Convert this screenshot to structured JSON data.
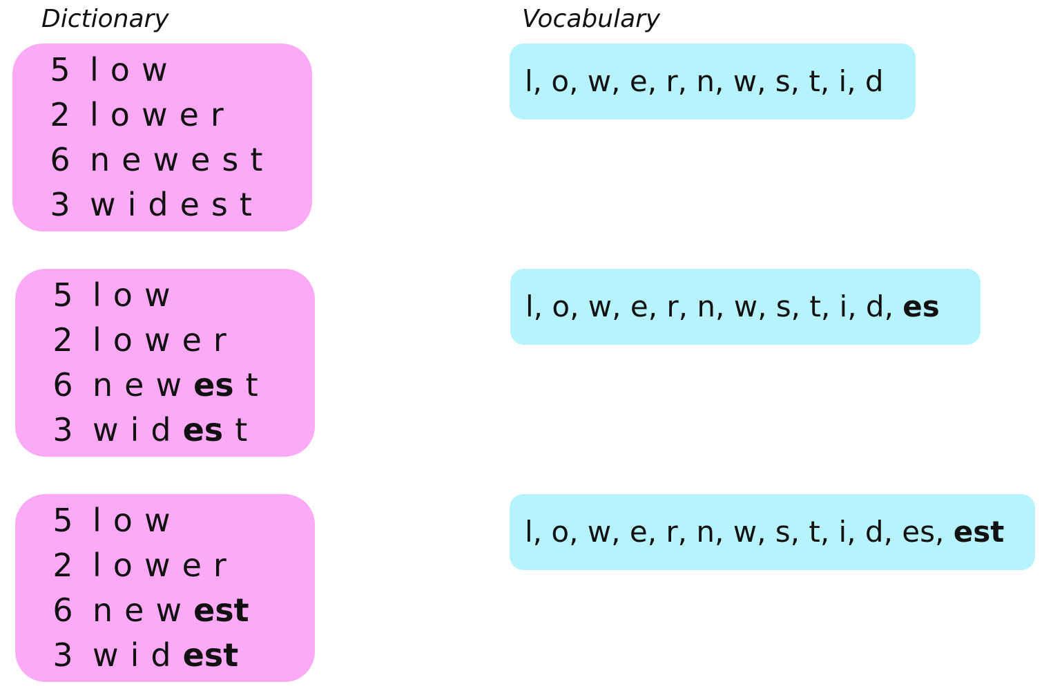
{
  "headings": {
    "dictionary": "Dictionary",
    "vocabulary": "Vocabulary"
  },
  "colors": {
    "dictionary_box": "#FCAAF6",
    "vocabulary_box": "#B6F3FC",
    "text": "#111111"
  },
  "steps": [
    {
      "dictionary": [
        {
          "count": "5",
          "tokens": [
            {
              "t": "l"
            },
            {
              "t": "o"
            },
            {
              "t": "w"
            }
          ]
        },
        {
          "count": "2",
          "tokens": [
            {
              "t": "l"
            },
            {
              "t": "o"
            },
            {
              "t": "w"
            },
            {
              "t": "e"
            },
            {
              "t": "r"
            }
          ]
        },
        {
          "count": "6",
          "tokens": [
            {
              "t": "n"
            },
            {
              "t": "e"
            },
            {
              "t": "w"
            },
            {
              "t": "e"
            },
            {
              "t": "s"
            },
            {
              "t": "t"
            }
          ]
        },
        {
          "count": "3",
          "tokens": [
            {
              "t": "w"
            },
            {
              "t": "i"
            },
            {
              "t": "d"
            },
            {
              "t": "e"
            },
            {
              "t": "s"
            },
            {
              "t": "t"
            }
          ]
        }
      ],
      "vocabulary": [
        {
          "t": "l"
        },
        {
          "t": "o"
        },
        {
          "t": "w"
        },
        {
          "t": "e"
        },
        {
          "t": "r"
        },
        {
          "t": "n"
        },
        {
          "t": "w"
        },
        {
          "t": "s"
        },
        {
          "t": "t"
        },
        {
          "t": "i"
        },
        {
          "t": "d"
        }
      ]
    },
    {
      "dictionary": [
        {
          "count": "5",
          "tokens": [
            {
              "t": "l"
            },
            {
              "t": "o"
            },
            {
              "t": "w"
            }
          ]
        },
        {
          "count": "2",
          "tokens": [
            {
              "t": "l"
            },
            {
              "t": "o"
            },
            {
              "t": "w"
            },
            {
              "t": "e"
            },
            {
              "t": "r"
            }
          ]
        },
        {
          "count": "6",
          "tokens": [
            {
              "t": "n"
            },
            {
              "t": "e"
            },
            {
              "t": "w"
            },
            {
              "t": "es",
              "merged": true
            },
            {
              "t": "t"
            }
          ]
        },
        {
          "count": "3",
          "tokens": [
            {
              "t": "w"
            },
            {
              "t": "i"
            },
            {
              "t": "d"
            },
            {
              "t": "es",
              "merged": true
            },
            {
              "t": "t"
            }
          ]
        }
      ],
      "vocabulary": [
        {
          "t": "l"
        },
        {
          "t": "o"
        },
        {
          "t": "w"
        },
        {
          "t": "e"
        },
        {
          "t": "r"
        },
        {
          "t": "n"
        },
        {
          "t": "w"
        },
        {
          "t": "s"
        },
        {
          "t": "t"
        },
        {
          "t": "i"
        },
        {
          "t": "d"
        },
        {
          "t": "es",
          "new": true
        }
      ]
    },
    {
      "dictionary": [
        {
          "count": "5",
          "tokens": [
            {
              "t": "l"
            },
            {
              "t": "o"
            },
            {
              "t": "w"
            }
          ]
        },
        {
          "count": "2",
          "tokens": [
            {
              "t": "l"
            },
            {
              "t": "o"
            },
            {
              "t": "w"
            },
            {
              "t": "e"
            },
            {
              "t": "r"
            }
          ]
        },
        {
          "count": "6",
          "tokens": [
            {
              "t": "n"
            },
            {
              "t": "e"
            },
            {
              "t": "w"
            },
            {
              "t": "est",
              "merged": true
            }
          ]
        },
        {
          "count": "3",
          "tokens": [
            {
              "t": "w"
            },
            {
              "t": "i"
            },
            {
              "t": "d"
            },
            {
              "t": "est",
              "merged": true
            }
          ]
        }
      ],
      "vocabulary": [
        {
          "t": "l"
        },
        {
          "t": "o"
        },
        {
          "t": "w"
        },
        {
          "t": "e"
        },
        {
          "t": "r"
        },
        {
          "t": "n"
        },
        {
          "t": "w"
        },
        {
          "t": "s"
        },
        {
          "t": "t"
        },
        {
          "t": "i"
        },
        {
          "t": "d"
        },
        {
          "t": "es"
        },
        {
          "t": "est",
          "new": true
        }
      ]
    }
  ]
}
